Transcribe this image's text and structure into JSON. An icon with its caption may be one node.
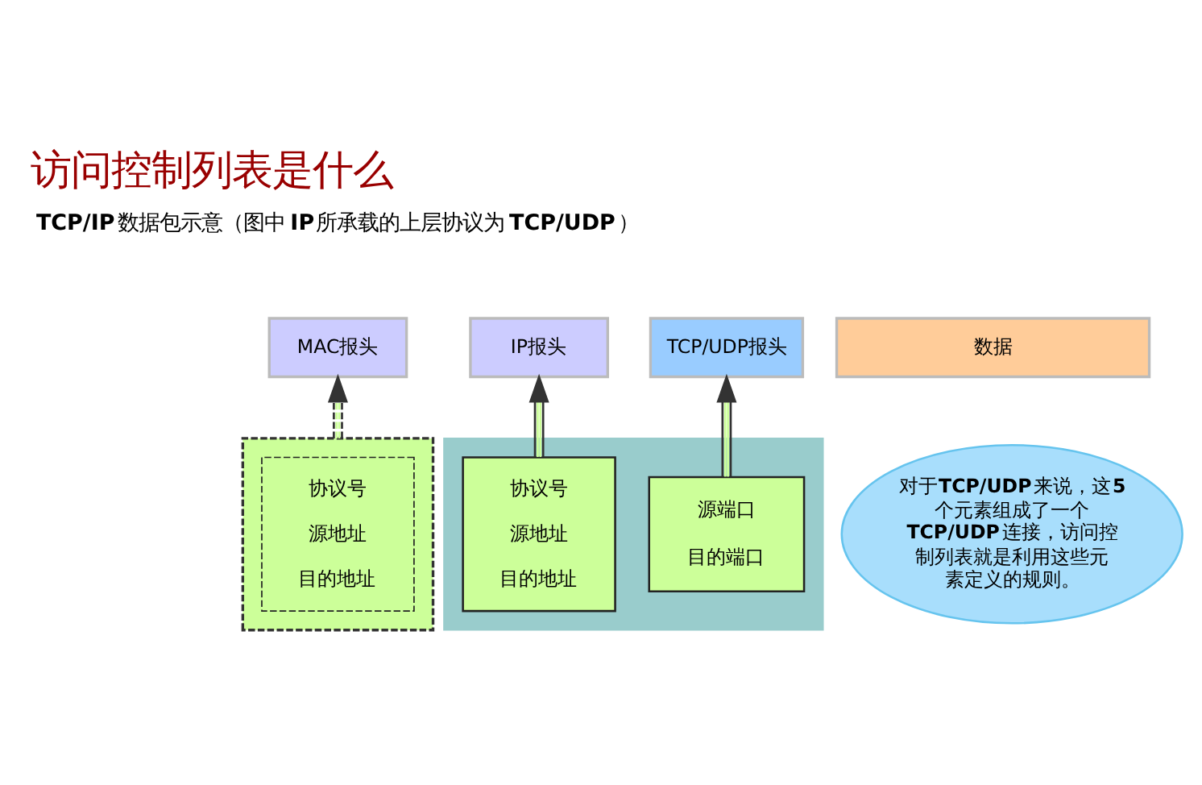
{
  "diagram": {
    "title": "访问控制列表是什么",
    "nodes": [
      {
        "text": [
          "MAC报头"
        ]
      },
      {
        "text": [
          "IP报头"
        ]
      },
      {
        "text": [
          "TCP/UDP报头"
        ]
      },
      {
        "text": [
          "数据"
        ]
      },
      {
        "text": [],
        "shape": "box"
      },
      {
        "text": [
          "协议号",
          "源地址",
          "目的地址"
        ],
        "in": 4
      },
      {
        "text": [],
        "shape": "box"
      },
      {
        "text": [
          "协议号",
          "源地址",
          "目的地址"
        ],
        "in": 6
      },
      {
        "text": [
          "源端口",
          "目的端口"
        ],
        "in": 6
      },
      {
        "text": [
          "对于**TCP/UDP**来说，这**5**个元素组成了一个**TCP/UDP**连接，访问控制列表就是利用这些元素定义的规则。"
        ]
      }
    ],
    "edges": [
      {
        "from": 4,
        "to": 0,
        "arrow": "to",
        "style": "dashed"
      },
      {
        "from": 7,
        "to": 1,
        "arrow": "to"
      },
      {
        "from": 8,
        "to": 2,
        "arrow": "to"
      }
    ],
    "labels": [
      "**TCP/IP**数据包示意（图中**IP**所承载的上层协议为**TCP/UDP**）"
    ]
  }
}
